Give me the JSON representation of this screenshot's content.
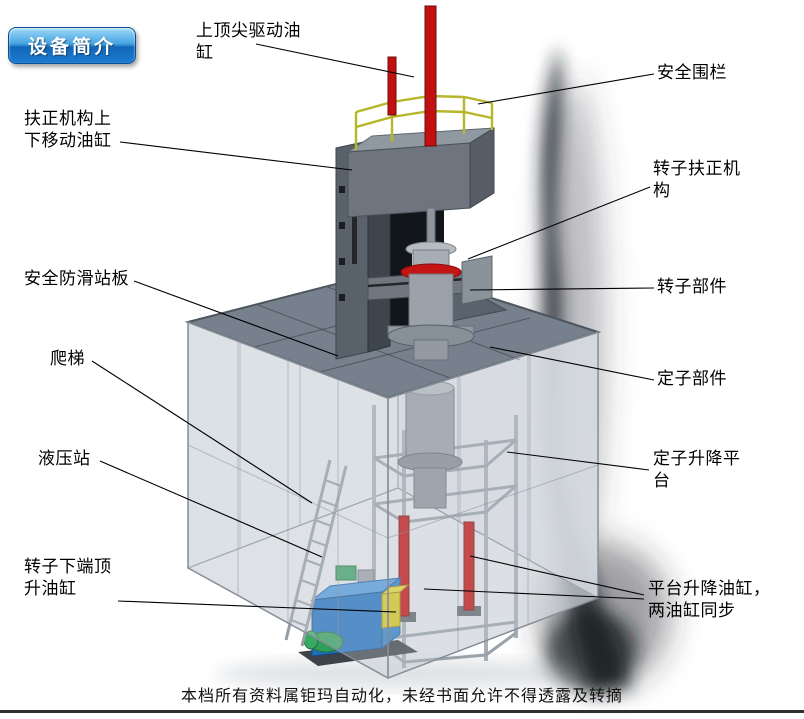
{
  "badge": {
    "label": "设备简介"
  },
  "callouts": [
    {
      "id": "top-drive-cylinder",
      "text": "上顶尖驱动油缸"
    },
    {
      "id": "safety-fence",
      "text": "安全围栏"
    },
    {
      "id": "centering-move-cylinder",
      "text": "扶正机构上下移动油缸"
    },
    {
      "id": "rotor-centering-mech",
      "text": "转子扶正机构"
    },
    {
      "id": "anti-slip-board",
      "text": "安全防滑站板"
    },
    {
      "id": "rotor-part",
      "text": "转子部件"
    },
    {
      "id": "ladder",
      "text": "爬梯"
    },
    {
      "id": "stator-part",
      "text": "定子部件"
    },
    {
      "id": "hydraulic-station",
      "text": "液压站"
    },
    {
      "id": "stator-lift-platform",
      "text": "定子升降平台"
    },
    {
      "id": "rotor-bottom-jack",
      "text": "转子下端顶升油缸"
    },
    {
      "id": "platform-lift-cylinders",
      "text": "平台升降油缸，两油缸同步"
    }
  ],
  "footer": {
    "text": "本档所有资料属钜玛自动化，未经书面允许不得透露及转摘"
  },
  "colors": {
    "badge_blue": "#1266b8",
    "cylinder_red": "#c41212",
    "railing_yellow": "#b6b628",
    "hydraulic_blue": "#1e6fc0",
    "platform_gray": "#76818d"
  }
}
